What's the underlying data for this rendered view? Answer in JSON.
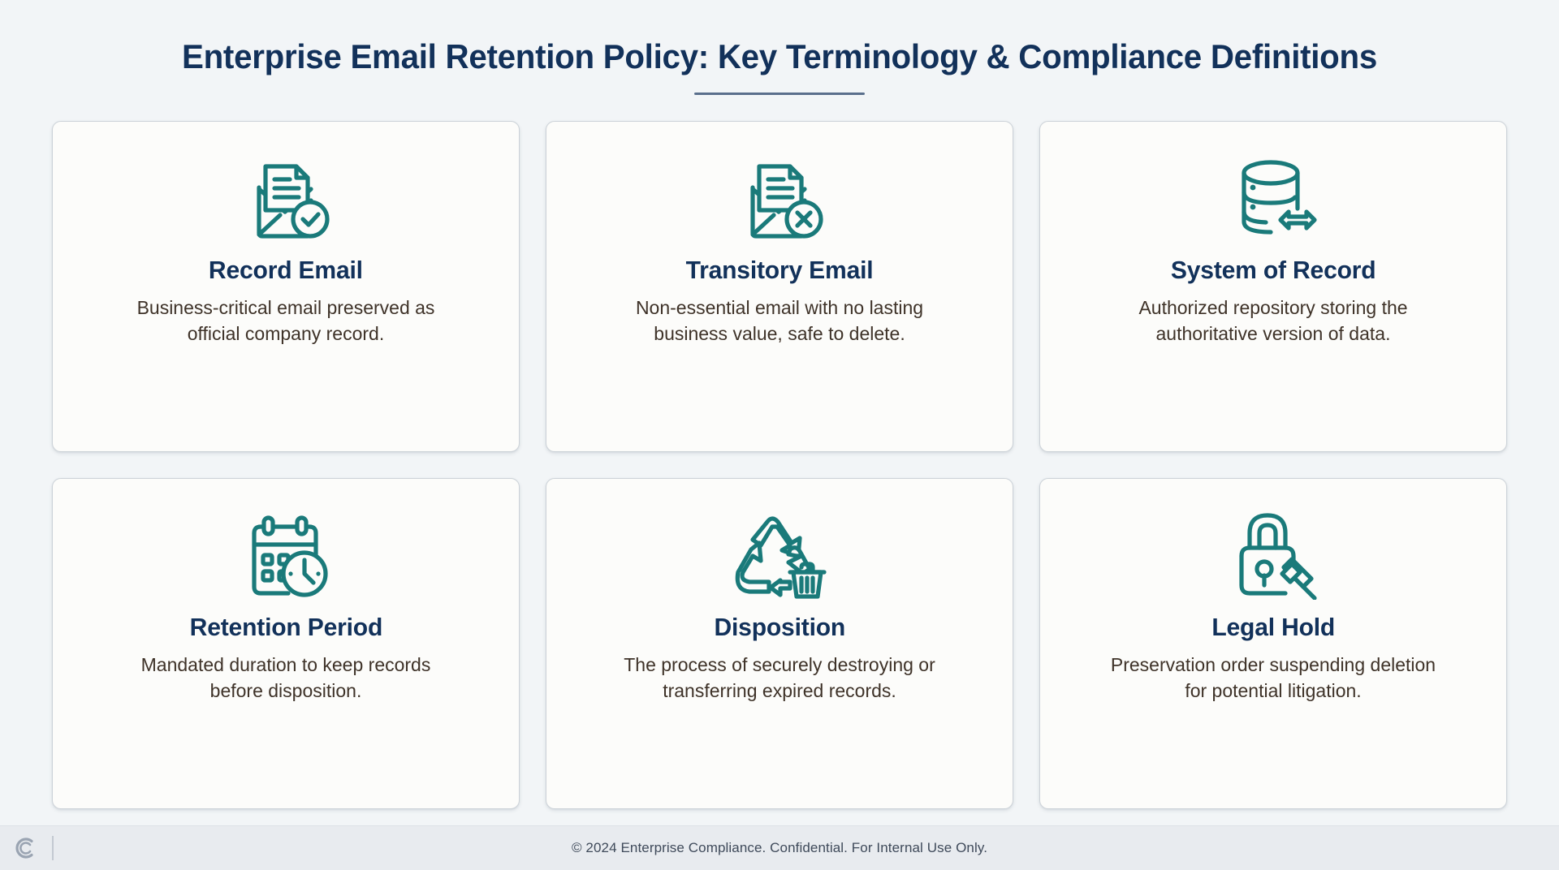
{
  "header": {
    "title": "Enterprise Email Retention Policy: Key Terminology & Compliance Definitions",
    "accent_color": "#5a6f8c"
  },
  "theme": {
    "background": "#f2f5f7",
    "card_background": "#fcfcfa",
    "card_border": "#ccd2d8",
    "title_color": "#12315a",
    "icon_color": "#1a7a7a",
    "body_color": "#3e3228",
    "footer_background": "#e8ebef"
  },
  "cards": [
    {
      "icon": "envelope-document-check-icon",
      "title": "Record Email",
      "description": "Business-critical email preserved as official company record."
    },
    {
      "icon": "envelope-document-x-icon",
      "title": "Transitory Email",
      "description": "Non-essential email with no lasting business value, safe to delete."
    },
    {
      "icon": "database-exchange-icon",
      "title": "System of Record",
      "description": "Authorized repository storing the authoritative version of data."
    },
    {
      "icon": "calendar-clock-icon",
      "title": "Retention Period",
      "description": "Mandated duration to keep records before disposition."
    },
    {
      "icon": "recycle-trash-icon",
      "title": "Disposition",
      "description": "The process of securely destroying or transferring expired records."
    },
    {
      "icon": "lock-gavel-icon",
      "title": "Legal Hold",
      "description": "Preservation order suspending deletion for potential litigation."
    }
  ],
  "footer": {
    "text": "© 2024 Enterprise Compliance. Confidential. For Internal Use Only.",
    "logo": "letter-c-logo"
  }
}
